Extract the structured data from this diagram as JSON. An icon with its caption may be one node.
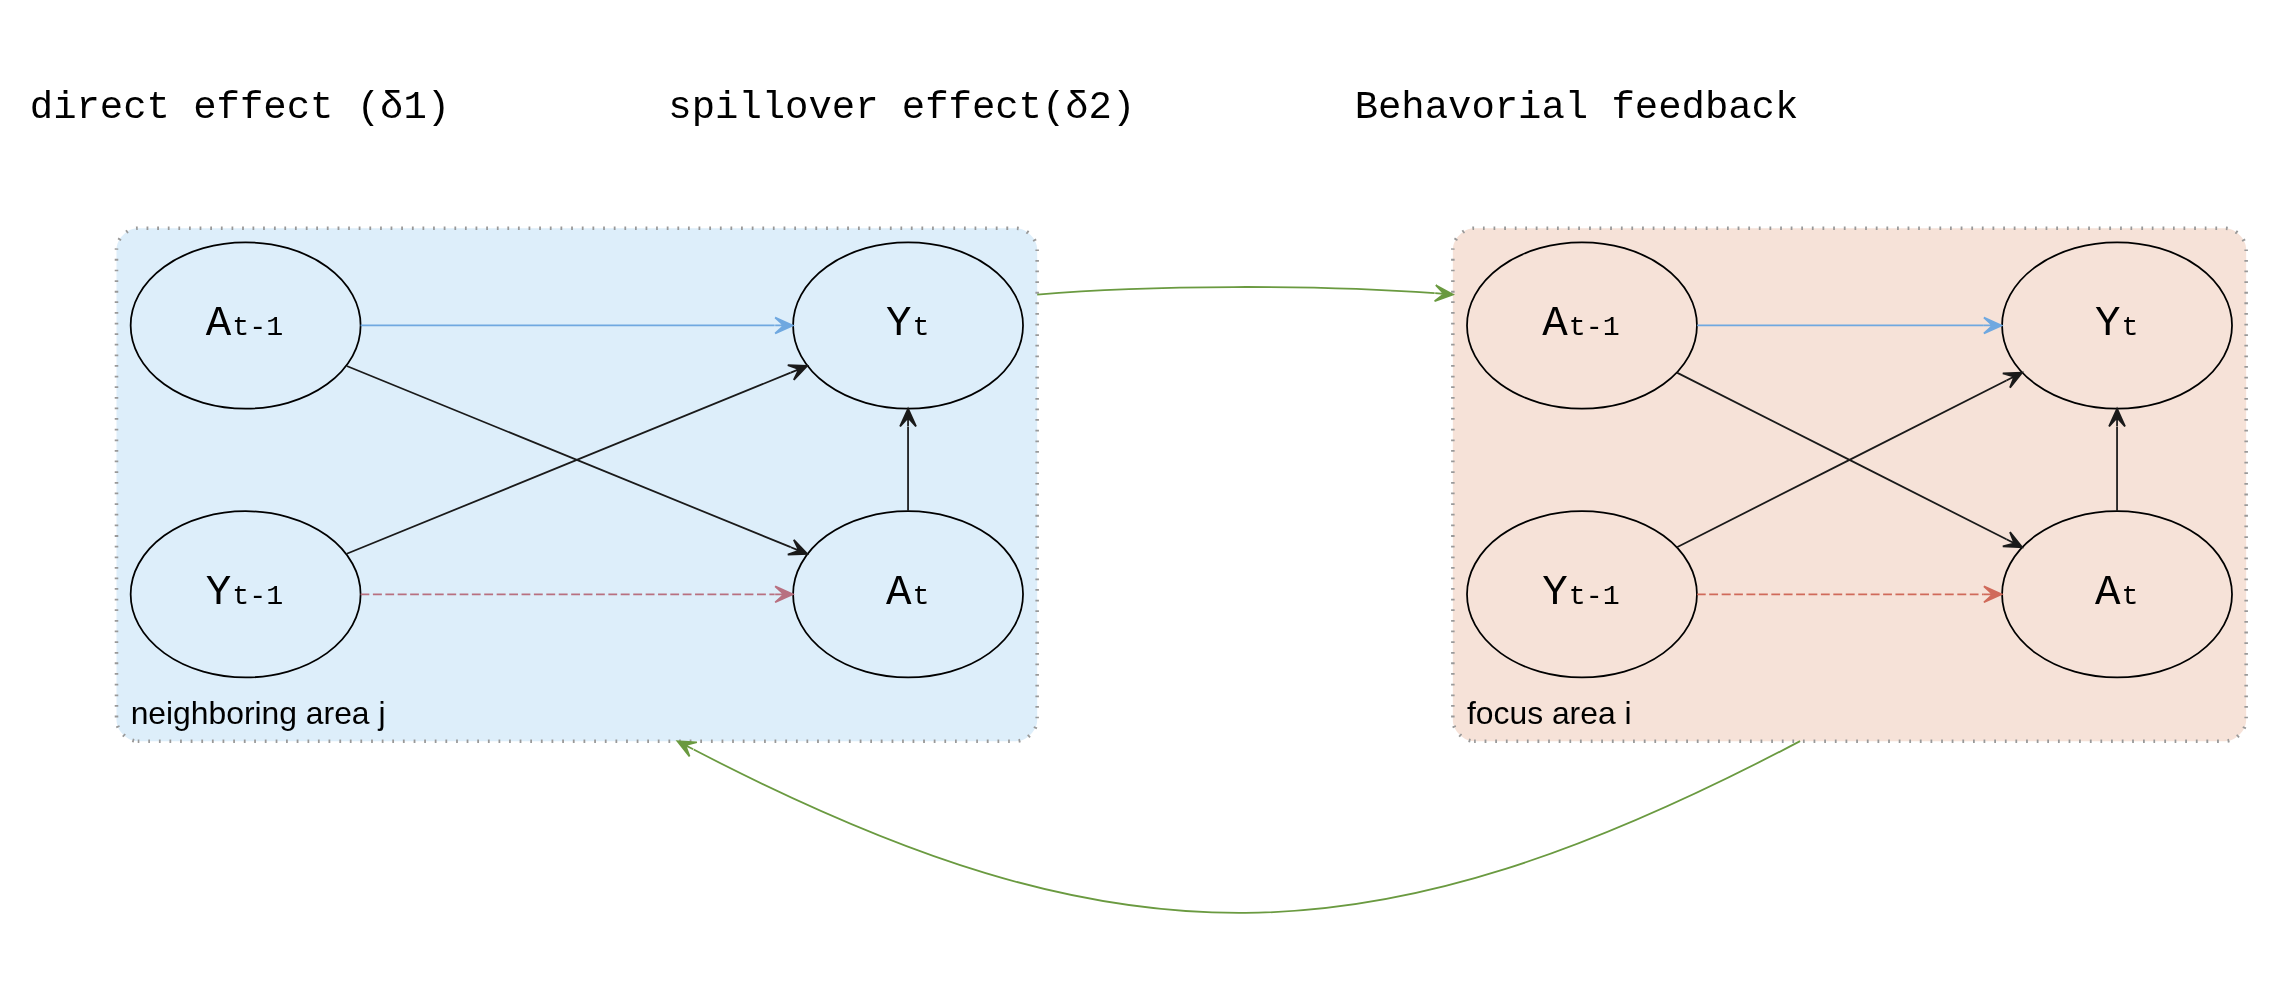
{
  "diagram": {
    "nodes": [
      {
        "text": [
          "neighboring area j"
        ]
      },
      {
        "text": [
          "A$_{t-1}$"
        ],
        "in": 0
      },
      {
        "text": [
          "A$_{t}$"
        ],
        "in": 0
      },
      {
        "text": [
          "Y$_{t-1}$"
        ],
        "in": 0
      },
      {
        "text": [
          "Y$_{t}$"
        ],
        "in": 0
      },
      {
        "text": [
          "focus area i"
        ]
      },
      {
        "text": [
          "A$_{t-1}$"
        ],
        "in": 5
      },
      {
        "text": [
          "A$_{t}$"
        ],
        "in": 5
      },
      {
        "text": [
          "Y$_{t-1}$"
        ],
        "in": 5
      },
      {
        "text": [
          "Y$_{t}$"
        ],
        "in": 5
      }
    ],
    "edges": [
      {
        "from": 1,
        "to": 2,
        "arrow": "to"
      },
      {
        "from": 1,
        "to": 4,
        "arrow": "to",
        "color": "#6fa8e0"
      },
      {
        "from": 3,
        "to": 2,
        "arrow": "to",
        "style": "dashed",
        "color": "#b87080"
      },
      {
        "from": 3,
        "to": 4,
        "arrow": "to"
      },
      {
        "from": 2,
        "to": 4,
        "arrow": "to"
      },
      {
        "from": 6,
        "to": 7,
        "arrow": "to"
      },
      {
        "from": 6,
        "to": 9,
        "arrow": "to",
        "color": "#6fa8e0"
      },
      {
        "from": 8,
        "to": 7,
        "arrow": "to",
        "style": "dashed",
        "color": "#d06a5a"
      },
      {
        "from": 8,
        "to": 9,
        "arrow": "to"
      },
      {
        "from": 7,
        "to": 9,
        "arrow": "to"
      },
      {
        "from": 0,
        "to": 5,
        "arrow": "to",
        "color": "#6a9a40"
      },
      {
        "from": 5,
        "to": 0,
        "arrow": "to",
        "color": "#6a9a40"
      }
    ],
    "legend": [
      {
        "text": "direct effect (δ1)"
      },
      {
        "text": "spillover effect(δ2)"
      },
      {
        "text": "Behavorial feedback"
      }
    ]
  }
}
